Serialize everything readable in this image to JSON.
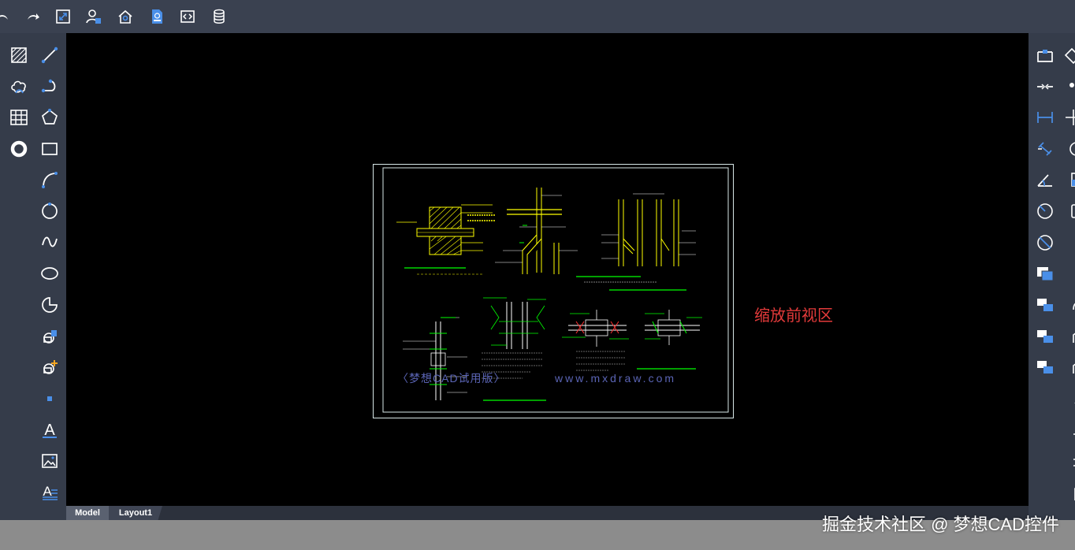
{
  "colors": {
    "toolbar_bg": "#3a4150",
    "canvas_bg": "#000000",
    "icon": "#ffffff",
    "accent_blue": "#4a8fe8",
    "cad_yellow": "#ffff00",
    "cad_green": "#00ff00",
    "zoom_label": "#e23a3a"
  },
  "top_toolbar": {
    "icons": [
      "undo-icon",
      "redo-icon",
      "zoom-extents-icon",
      "user-settings-icon",
      "home-icon",
      "mxweb-file-icon",
      "code-icon",
      "database-icon"
    ]
  },
  "left_toolbar": {
    "column1": [
      "hatch-icon",
      "revision-cloud-icon",
      "table-icon",
      "donut-icon"
    ],
    "column2": [
      "line-icon",
      "polyline-icon",
      "polygon-icon",
      "rectangle-icon",
      "arc-icon",
      "circle-icon",
      "spline-icon",
      "ellipse-icon",
      "elliptical-arc-icon",
      "insert-block-icon",
      "create-block-icon",
      "point-icon",
      "text-icon",
      "insert-image-icon",
      "multiline-text-icon"
    ],
    "text_tool_glyph": "A"
  },
  "right_toolbar": {
    "column1": [
      "stretch-icon",
      "break-icon",
      "dim-linear-icon",
      "dim-aligned-icon",
      "dim-angular-icon",
      "dim-radius-icon",
      "dim-diameter-icon",
      "copy-icon",
      "layer-up-icon",
      "layer-down-icon",
      "layer-bottom-icon"
    ],
    "column2": [
      "erase-icon",
      "point-style-icon",
      "move-icon",
      "rotate-icon",
      "scale-icon",
      "offset-icon",
      "mirror-icon",
      "fillet-icon",
      "chamfer-icon",
      "trim-icon",
      "extend-icon",
      "array-icon",
      "explode-icon",
      "3d-box-icon"
    ]
  },
  "canvas": {
    "zoom_label": "缩放前视区",
    "watermark_text": "〈梦想CAD试用版〉",
    "watermark_url": "www.mxdraw.com"
  },
  "layout_tabs": [
    {
      "label": "Model",
      "active": true
    },
    {
      "label": "Layout1",
      "active": false
    }
  ],
  "credit": "掘金技术社区 @ 梦想CAD控件"
}
